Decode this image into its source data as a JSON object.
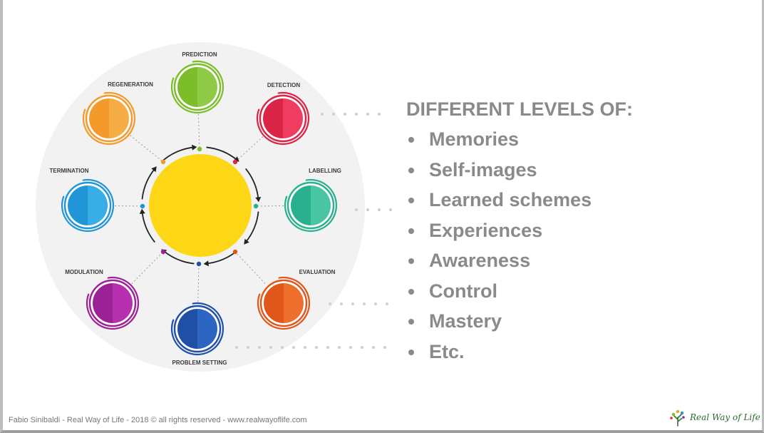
{
  "diagram": {
    "nodes": [
      {
        "id": "prediction",
        "label": "PREDICTION",
        "color": "#7cbd2a",
        "color_light": "#8fcb45"
      },
      {
        "id": "detection",
        "label": "DETECTION",
        "color": "#dc2446",
        "color_light": "#ef3c60"
      },
      {
        "id": "labelling",
        "label": "LABELLING",
        "color": "#2bb08f",
        "color_light": "#48c5a3"
      },
      {
        "id": "evaluation",
        "label": "EVALUATION",
        "color": "#e0561b",
        "color_light": "#ee6e2c"
      },
      {
        "id": "problem-setting",
        "label": "PROBLEM SETTING",
        "color": "#1f4fa7",
        "color_light": "#2d65c3"
      },
      {
        "id": "modulation",
        "label": "MODULATION",
        "color": "#9c2196",
        "color_light": "#b52fae"
      },
      {
        "id": "termination",
        "label": "TERMINATION",
        "color": "#2096d7",
        "color_light": "#38ade6"
      },
      {
        "id": "regeneration",
        "label": "REGENERATION",
        "color": "#f39a2b",
        "color_light": "#f7ad45"
      }
    ],
    "center_color": "#fdd716",
    "background_color": "#f2f2f2"
  },
  "list": {
    "title": "DIFFERENT LEVELS OF:",
    "items": [
      "Memories",
      "Self-images",
      "Learned schemes",
      "Experiences",
      "Awareness",
      "Control",
      "Mastery",
      "Etc."
    ]
  },
  "footer": {
    "text": "Fabio Sinibaldi - Real Way of Life - 2018 © all rights reserved - www.realwayoflife.com"
  },
  "brand": {
    "name": "Real Way of Life",
    "tree_icon": "tree-icon"
  }
}
